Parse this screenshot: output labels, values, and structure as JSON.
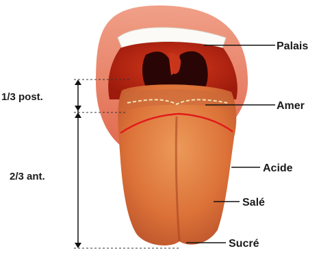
{
  "labels": {
    "palais": "Palais",
    "amer": "Amer",
    "acide": "Acide",
    "sale": "Salé",
    "sucre": "Sucré",
    "posterior": "1/3 post.",
    "anterior": "2/3 ant."
  },
  "colors": {
    "lips": "#e9795c",
    "mouth_cavity": "#c92a14",
    "throat": "#2a0505",
    "teeth": "#fbfaf6",
    "tongue": "#e07a3f",
    "tongue_shadow": "#b8502a",
    "boundary_line": "#e11a1a",
    "taste_line": "#f3e7b8"
  }
}
